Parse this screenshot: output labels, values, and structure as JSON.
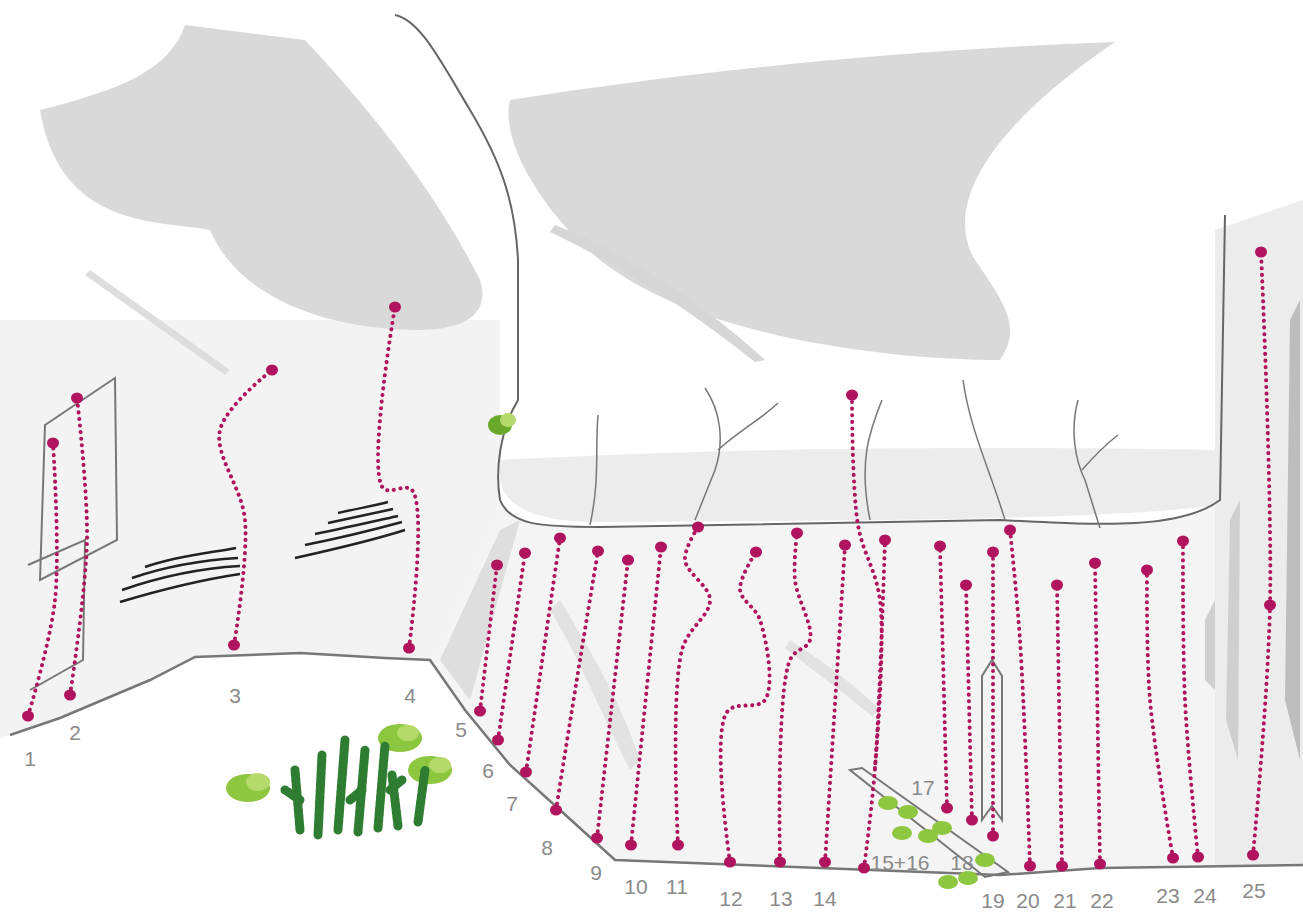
{
  "diagram": {
    "labels": [
      "1",
      "2",
      "3",
      "4",
      "5",
      "6",
      "7",
      "8",
      "9",
      "10",
      "11",
      "12",
      "13",
      "14",
      "15+16",
      "17",
      "18",
      "19",
      "20",
      "21",
      "22",
      "23",
      "24",
      "25"
    ]
  }
}
